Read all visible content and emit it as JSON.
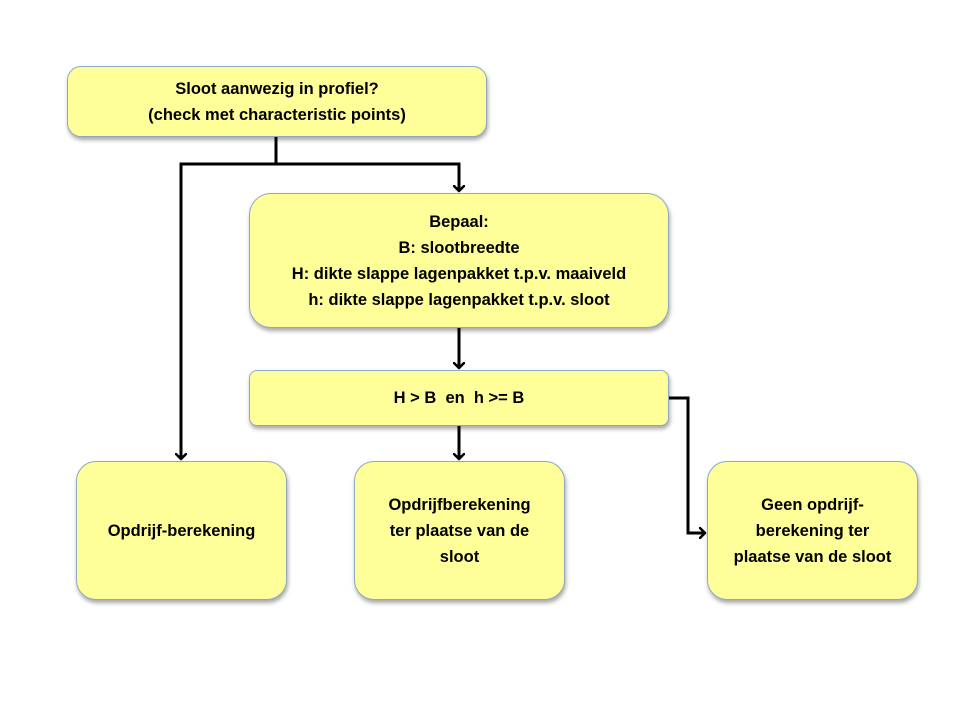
{
  "diagram": {
    "nodes": {
      "question": {
        "lines": [
          "Sloot aanwezig in profiel?",
          "(check met characteristic points)"
        ]
      },
      "determine": {
        "lines": [
          "Bepaal:",
          "B: slootbreedte",
          "H: dikte slappe lagenpakket t.p.v. maaiveld",
          "h: dikte slappe lagenpakket t.p.v. sloot"
        ]
      },
      "condition": {
        "lines": [
          "H > B  en  h >= B"
        ]
      },
      "result_left": {
        "lines": [
          "Opdrijf-berekening"
        ]
      },
      "result_mid": {
        "lines": [
          "Opdrijfberekening",
          "ter plaatse van de",
          "sloot"
        ]
      },
      "result_right": {
        "lines": [
          "Geen opdrijf-",
          "berekening ter",
          "plaatse van de sloot"
        ]
      }
    },
    "edges": [
      {
        "from": "question",
        "to": "result_left"
      },
      {
        "from": "question",
        "to": "determine"
      },
      {
        "from": "determine",
        "to": "condition"
      },
      {
        "from": "condition",
        "to": "result_mid"
      },
      {
        "from": "condition",
        "to": "result_right"
      }
    ],
    "colors": {
      "node_fill": "#ffff99",
      "node_border": "#8ea9c4",
      "connector": "#000000"
    }
  }
}
